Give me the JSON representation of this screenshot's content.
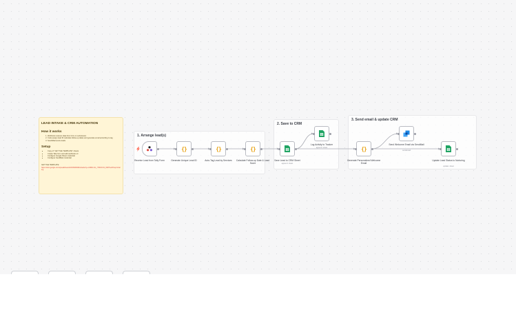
{
  "sticky": {
    "title": "LEAD INTAKE & CRM AUTOMATION",
    "how_heading": "How it works",
    "how_items": [
      "Webhook receives data from form on submission",
      "Code assign lead ID calculate follow-up dates and generate email according to tag",
      "Send/Mail send emails"
    ],
    "setup_heading": "Setup",
    "setup_items": [
      "Copy of \"GET THE TEMPLATE\" sheets",
      "Create Tally form and add webhook url",
      "Configure Google Sheet credential",
      "Configure SendMail credential"
    ],
    "template_label": "GET THE TEMPLATE:",
    "template_link": "https://docs.google.com/spreadsheets/d/1NSD0002beSe0a.tfy.e-bMtDn-SL_rT0F2CO1_8A8T/edit?usp=sharing"
  },
  "groups": [
    {
      "title": "1. Arrange lead(s)"
    },
    {
      "title": "2. Save to CRM"
    },
    {
      "title": "3. Send email & update CRM"
    }
  ],
  "nodes": [
    {
      "id": "tally",
      "label": "Receive Lead from Tally Form",
      "sub": "",
      "icon": "tally-icon"
    },
    {
      "id": "leadid",
      "label": "Generate Unique Lead ID",
      "sub": "",
      "icon": "code-braces-icon"
    },
    {
      "id": "autotag",
      "label": "Auto-Tag Lead by Services",
      "sub": "",
      "icon": "code-braces-icon"
    },
    {
      "id": "followup",
      "label": "Calculate Follow-up Date & Lead Score",
      "sub": "",
      "icon": "code-braces-icon"
    },
    {
      "id": "savecrm",
      "label": "Save Lead to CRM Sheet",
      "sub": "append: sheet",
      "icon": "google-sheets-icon"
    },
    {
      "id": "tracker",
      "label": "Log Activity to Tracker",
      "sub": "append: sheet",
      "icon": "google-sheets-icon"
    },
    {
      "id": "genemail",
      "label": "Generate Personalized Welcome Email",
      "sub": "",
      "icon": "code-braces-icon"
    },
    {
      "id": "sendmail",
      "label": "Send Welcome Email via SendMail",
      "sub": "sendemail",
      "icon": "sendmail-icon"
    },
    {
      "id": "nurture",
      "label": "Update Lead Status to Nurturing",
      "sub": "update: sheet",
      "icon": "google-sheets-icon"
    }
  ],
  "colors": {
    "code": "#e8a317",
    "sheets": "#1fa463",
    "sendmail": "#1e88e5",
    "trigger_bolt": "#ff6d5a"
  }
}
